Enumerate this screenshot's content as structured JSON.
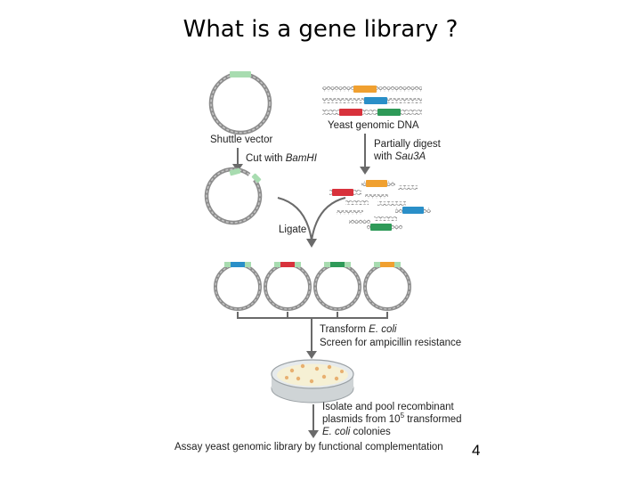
{
  "slide": {
    "title": "What is a gene library ?",
    "page_number": "4"
  },
  "diagram": {
    "labels": {
      "shuttle_vector": "Shuttle vector",
      "cut_prefix": "Cut with ",
      "cut_enzyme": "BamHI",
      "yeast_dna": "Yeast genomic DNA",
      "digest_line1": "Partially digest",
      "digest_line2_prefix": "with ",
      "digest_enzyme": "Sau3A",
      "ligate": "Ligate",
      "transform_prefix": "Transform ",
      "transform_organism": "E. coli",
      "screen": "Screen for ampicillin resistance",
      "isolate_line1": "Isolate and pool recombinant",
      "isolate_line2_prefix": "plasmids from 10",
      "isolate_line2_exp": "5",
      "isolate_line2_suffix": " transformed",
      "isolate_line3_organism": "E. coli",
      "isolate_line3_suffix": " colonies",
      "assay": "Assay yeast genomic library by functional complementation"
    },
    "colors": {
      "vector_insert": "#a8dcb0",
      "fragment_orange": "#f0a030",
      "fragment_blue": "#2a8fc8",
      "fragment_red": "#d8323c",
      "fragment_green": "#2e9a58",
      "arrow": "#6a6a6a",
      "dish_agar": "#f6f0d4",
      "colony": "#e8b070"
    }
  }
}
